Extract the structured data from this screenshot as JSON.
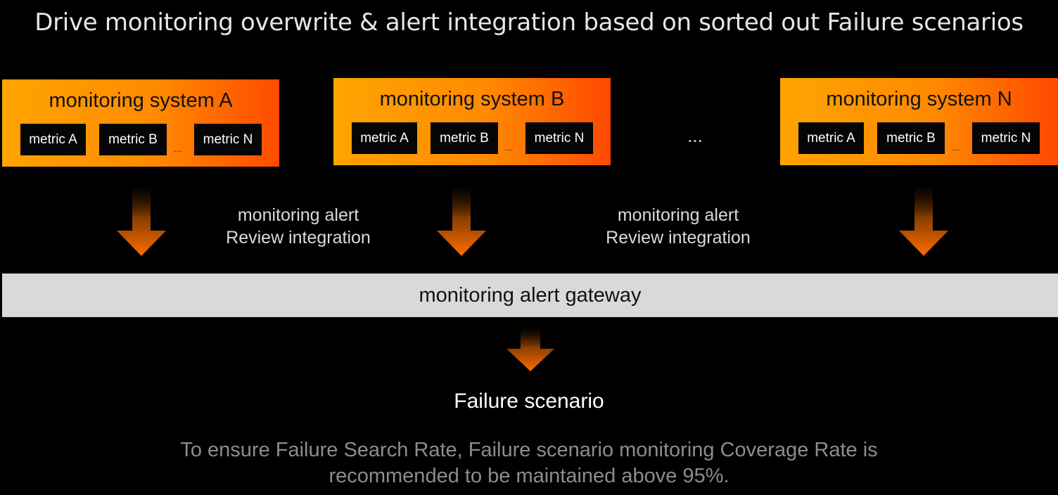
{
  "title": "Drive monitoring overwrite & alert integration based on sorted out Failure scenarios",
  "systems": [
    {
      "title": "monitoring system A",
      "metrics": [
        "metric A",
        "metric B",
        "metric N"
      ],
      "ellipsis": "..."
    },
    {
      "title": "monitoring system B",
      "metrics": [
        "metric A",
        "metric B",
        "metric N"
      ],
      "ellipsis": "..."
    },
    {
      "title": "monitoring system N",
      "metrics": [
        "metric A",
        "metric B",
        "metric N"
      ],
      "ellipsis": "..."
    }
  ],
  "between_systems_ellipsis": "...",
  "integration_labels": [
    {
      "line1": "monitoring alert",
      "line2": "Review integration"
    },
    {
      "line1": "monitoring alert",
      "line2": "Review integration"
    }
  ],
  "gateway": "monitoring alert gateway",
  "result": "Failure scenario",
  "note": {
    "line1": "To ensure Failure Search Rate, Failure scenario monitoring Coverage Rate is",
    "line2": "recommended to be maintained above 95%."
  },
  "colors": {
    "background": "#000000",
    "system_orange_start": "#ffa400",
    "system_orange_end": "#ff4a00",
    "metric_box": "#050505",
    "gateway_bar": "#d9d9d9",
    "note_text": "#8c8c8c"
  }
}
